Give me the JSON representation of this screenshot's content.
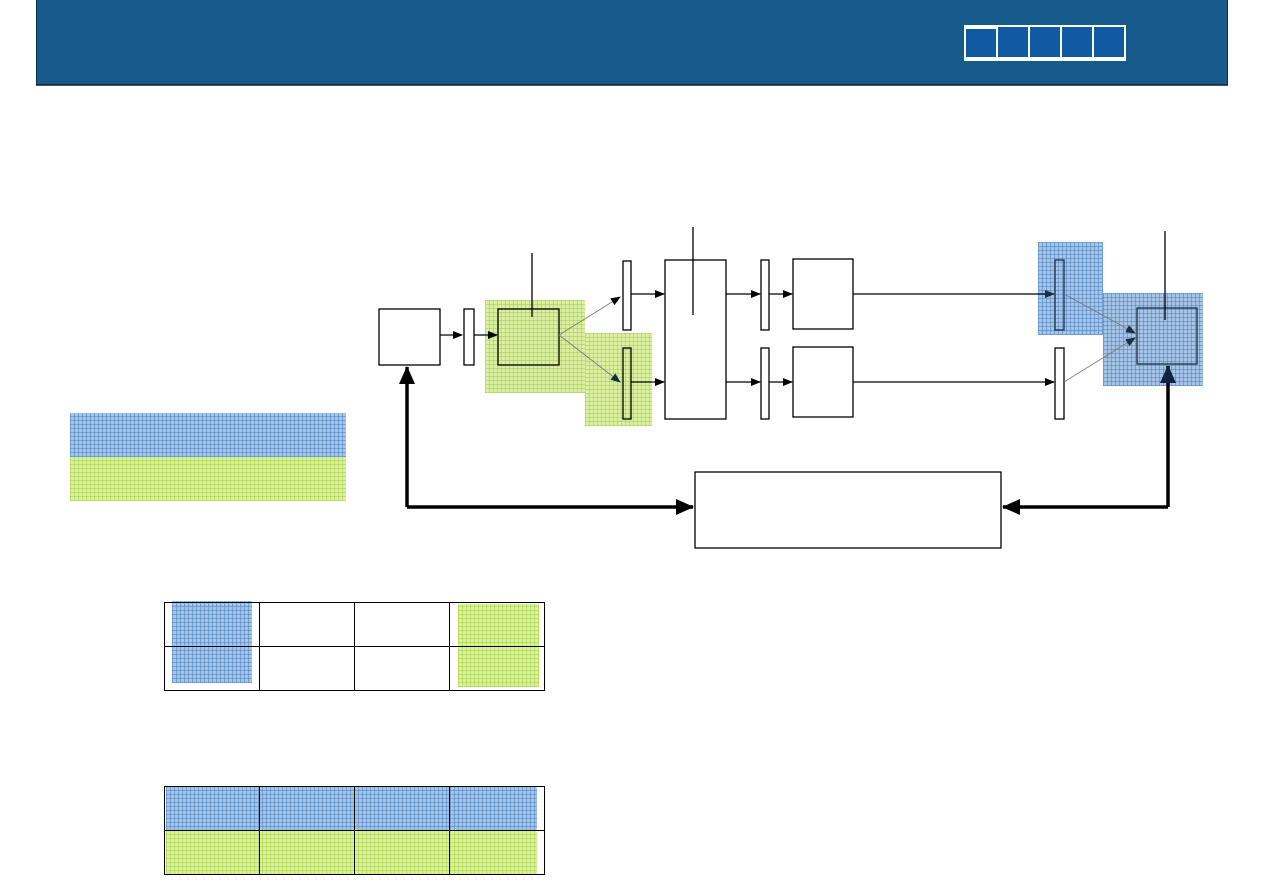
{
  "header": {
    "title": "",
    "background_color": "#155a8a",
    "nav_squares": [
      {
        "label": ""
      },
      {
        "label": ""
      },
      {
        "label": ""
      },
      {
        "label": ""
      },
      {
        "label": ""
      }
    ]
  },
  "colors": {
    "highlight_blue": "#a8c4e2",
    "highlight_green": "#dcefa8",
    "line": "#000000"
  },
  "legend": {
    "items": [
      {
        "name": "blue",
        "label": ""
      },
      {
        "name": "green",
        "label": ""
      }
    ]
  },
  "diagram": {
    "blocks": [
      {
        "id": "source",
        "label": ""
      },
      {
        "id": "filter-1",
        "label": ""
      },
      {
        "id": "splitter",
        "label": ""
      },
      {
        "id": "filter-2a",
        "label": ""
      },
      {
        "id": "filter-2b",
        "label": ""
      },
      {
        "id": "central",
        "label": ""
      },
      {
        "id": "filter-3a",
        "label": ""
      },
      {
        "id": "filter-3b",
        "label": ""
      },
      {
        "id": "stage-a",
        "label": ""
      },
      {
        "id": "stage-b",
        "label": ""
      },
      {
        "id": "filter-4a",
        "label": ""
      },
      {
        "id": "filter-4b",
        "label": ""
      },
      {
        "id": "combiner",
        "label": ""
      },
      {
        "id": "controller",
        "label": ""
      }
    ]
  },
  "table_1": {
    "rows": [
      [
        "",
        "",
        "",
        ""
      ],
      [
        "",
        "",
        "",
        ""
      ]
    ]
  },
  "table_2": {
    "rows": [
      [
        "",
        "",
        "",
        ""
      ],
      [
        "",
        "",
        "",
        ""
      ]
    ]
  }
}
